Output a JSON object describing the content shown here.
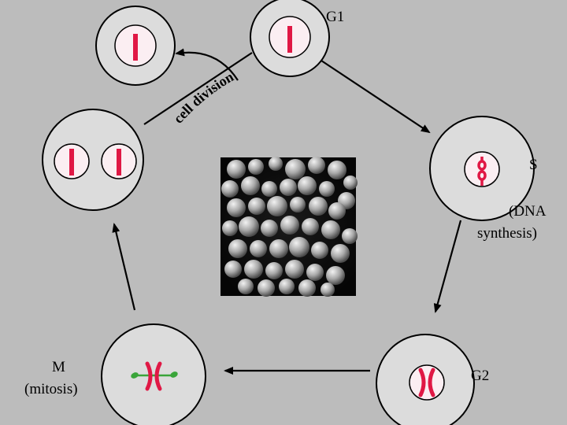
{
  "phases": {
    "g1": "G1",
    "s": "S",
    "s_sub_1": "(DNA",
    "s_sub_2": "synthesis)",
    "g2": "G2",
    "m": "M",
    "m_sub": "(mitosis)"
  },
  "arc_label": "cell division",
  "micrograph_icon": "yeast-cells-micrograph",
  "colors": {
    "background": "#bcbcbc",
    "cell_outer": "#dcdcdc",
    "nucleus": "#fbeef2",
    "chromosome": "#e01845",
    "spindle": "#3aa53a"
  }
}
